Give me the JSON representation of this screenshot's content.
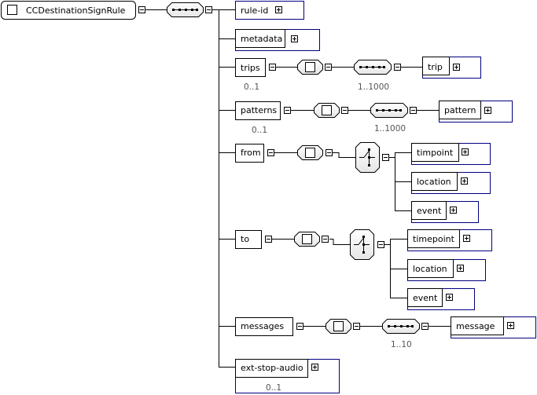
{
  "diagram": {
    "root": {
      "name": "CCDestinationSignRule"
    },
    "children": {
      "rule_id": {
        "name": "rule-id"
      },
      "metadata": {
        "name": "metadata"
      },
      "trips": {
        "name": "trips",
        "cardinality": "0..1",
        "sequence_cardinality": "1..1000",
        "item": "trip"
      },
      "patterns": {
        "name": "patterns",
        "cardinality": "0..1",
        "sequence_cardinality": "1..1000",
        "item": "pattern"
      },
      "from": {
        "name": "from",
        "choices": [
          "timpoint",
          "location",
          "event"
        ]
      },
      "to": {
        "name": "to",
        "choices": [
          "timepoint",
          "location",
          "event"
        ]
      },
      "messages": {
        "name": "messages",
        "sequence_cardinality": "1..10",
        "item": "message"
      },
      "ext_stop_audio": {
        "name": "ext-stop-audio",
        "cardinality": "0..1"
      }
    },
    "colors": {
      "element_border": "#000080",
      "line": "#000000",
      "background": "#ffffff"
    },
    "icons": {
      "expand": "plus-box-icon",
      "collapse": "minus-box-icon",
      "sequence": "sequence-compositor-icon",
      "choice": "choice-compositor-icon",
      "element": "element-icon"
    }
  }
}
